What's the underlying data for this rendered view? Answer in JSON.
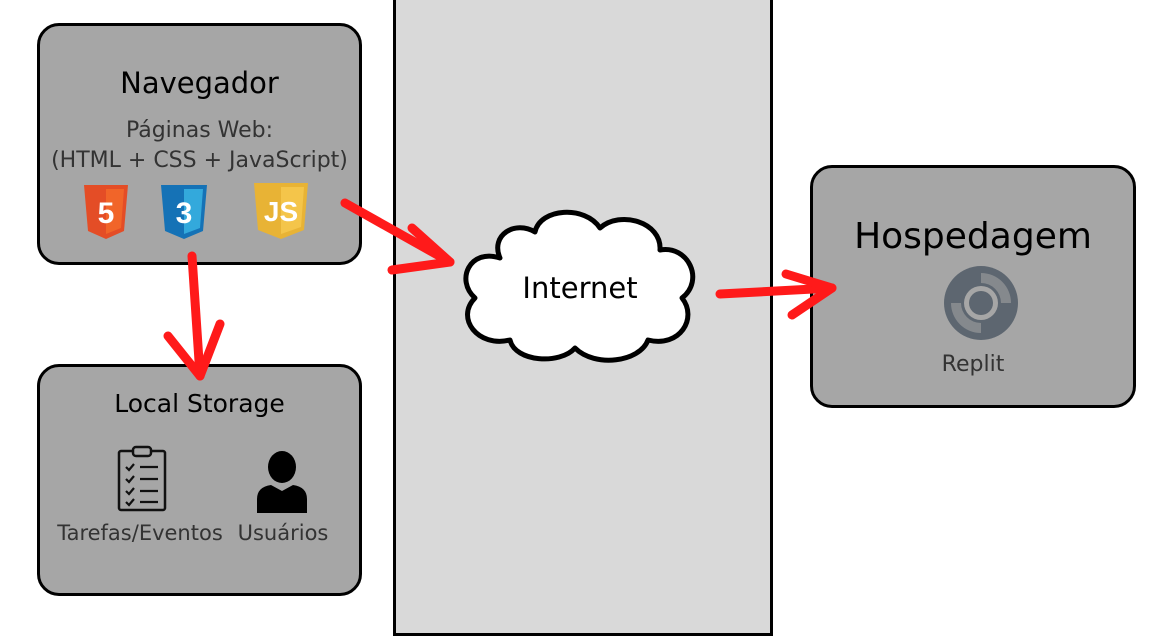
{
  "navegador": {
    "title": "Navegador",
    "line1": "Páginas Web:",
    "line2": "(HTML + CSS + JavaScript)",
    "icons": [
      "html5-icon",
      "css3-icon",
      "javascript-icon"
    ]
  },
  "local_storage": {
    "title": "Local Storage",
    "items": [
      {
        "icon": "clipboard-checklist-icon",
        "label": "Tarefas/Eventos"
      },
      {
        "icon": "user-icon",
        "label": "Usuários"
      }
    ]
  },
  "internet": {
    "label": "Internet"
  },
  "hospedagem": {
    "title": "Hospedagem",
    "icon": "replit-icon",
    "label": "Replit"
  },
  "colors": {
    "box_fill": "#a6a6a6",
    "band_fill": "#d9d9d9",
    "arrow": "#ff1a1a",
    "html5": "#e44d26",
    "css3": "#1572b6",
    "javascript": "#f0c040"
  }
}
